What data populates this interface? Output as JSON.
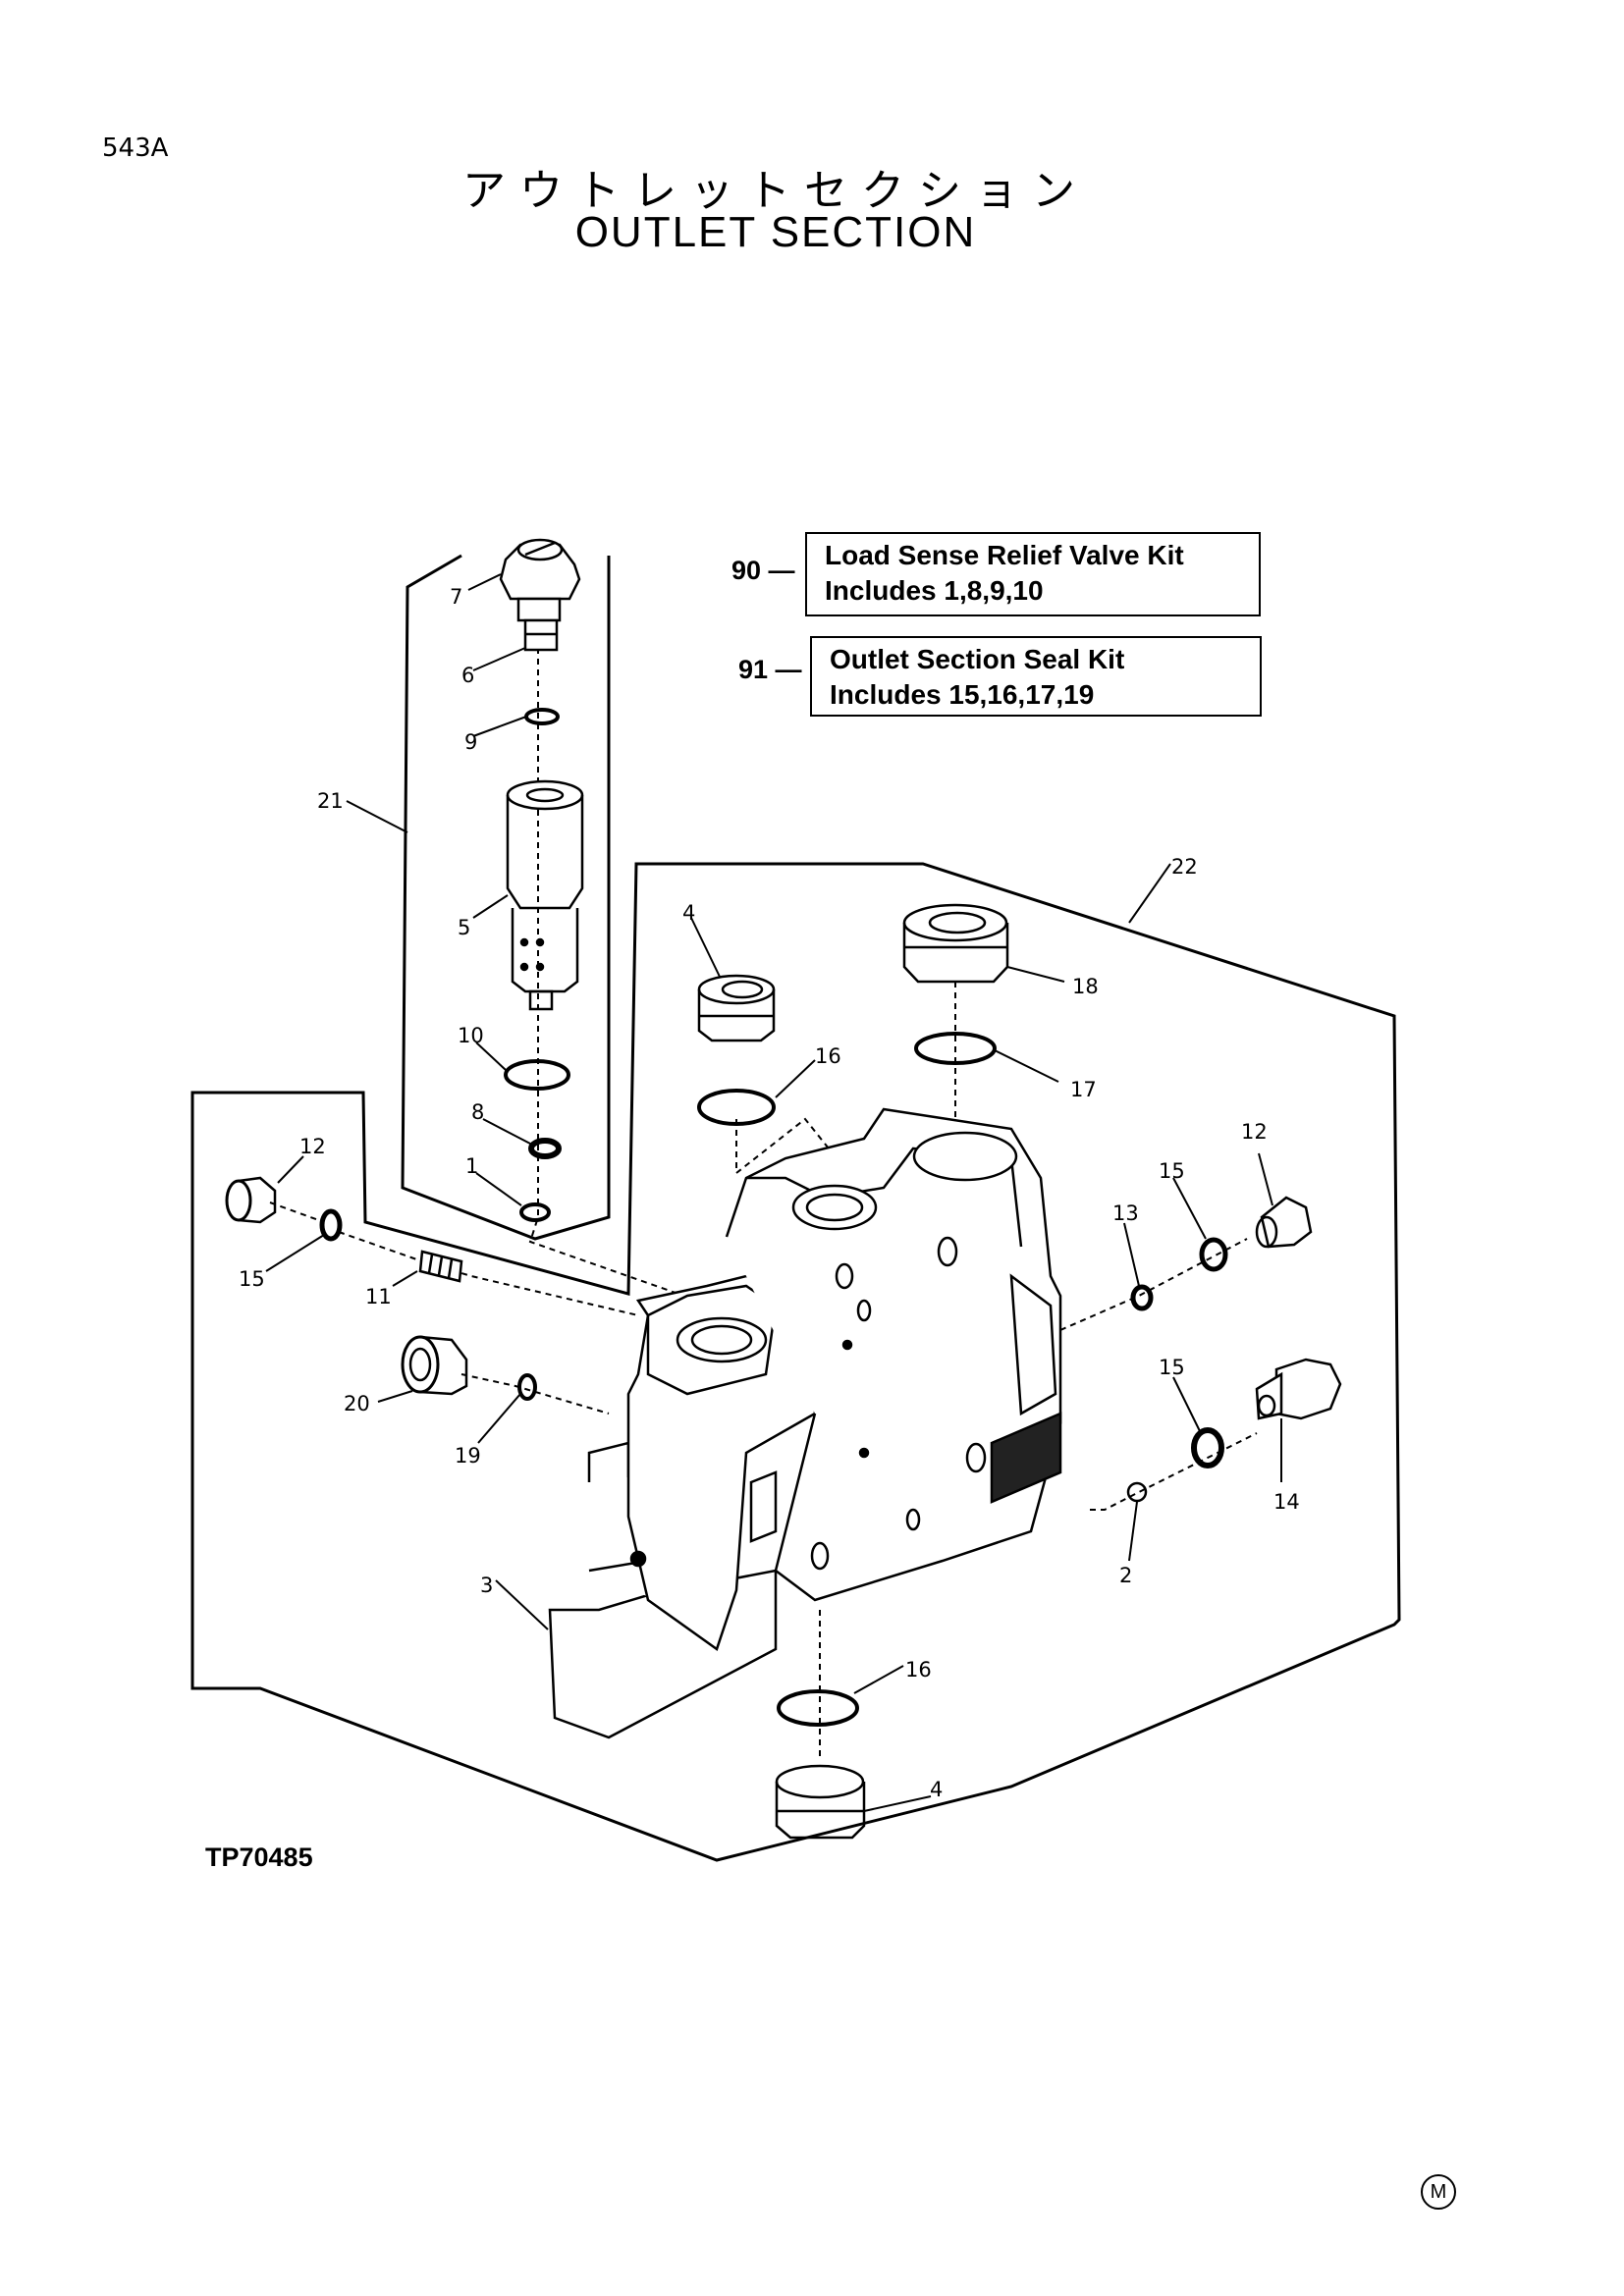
{
  "header": {
    "page_id": "543A",
    "title_jp": "アウトレットセクション",
    "title_en": "OUTLET SECTION"
  },
  "kits": [
    {
      "number": "90 —",
      "line1": "Load Sense Relief Valve Kit",
      "line2": "Includes 1,8,9,10"
    },
    {
      "number": "91 —",
      "line1": "Outlet Section Seal Kit",
      "line2": "Includes 15,16,17,19"
    }
  ],
  "callouts": {
    "c7": "7",
    "c6": "6",
    "c9": "9",
    "c21": "21",
    "c5": "5",
    "c10": "10",
    "c8": "8",
    "c1": "1",
    "c4a": "4",
    "c16a": "16",
    "c18": "18",
    "c17": "17",
    "c22": "22",
    "c12a": "12",
    "c15a": "15",
    "c11": "11",
    "c20": "20",
    "c19": "19",
    "c3": "3",
    "c13": "13",
    "c15b": "15",
    "c12b": "12",
    "c15c": "15",
    "c14": "14",
    "c2": "2",
    "c16b": "16",
    "c4b": "4"
  },
  "figure_code": "TP70485",
  "trademark": "M"
}
